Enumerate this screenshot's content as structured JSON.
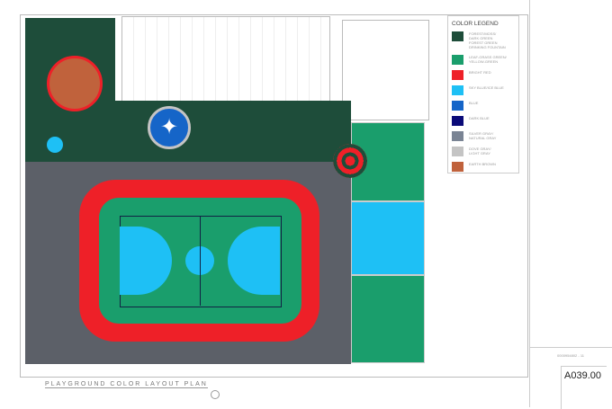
{
  "title": "PLAYGROUND COLOR LAYOUT PLAN",
  "legend": {
    "heading": "COLOR LEGEND",
    "items": [
      {
        "label": "FOREST/MOSS/\nDARK GREEN\nFOREST GREEN\nDRINKING FOUNTAIN",
        "color": "#1e4d3a"
      },
      {
        "label": "LEAF-GRASS GREEN/\nYELLOW-GREEN",
        "color": "#1a9e6c"
      },
      {
        "label": "BRIGHT RED",
        "color": "#ee2028"
      },
      {
        "label": "SKY BLUE/ICE BLUE",
        "color": "#1ec0f5"
      },
      {
        "label": "BLUE",
        "color": "#1565c8"
      },
      {
        "label": "DARK BLUE",
        "color": "#0a0a78"
      },
      {
        "label": "SILVER GRAY/\nNATURAL GRAY",
        "color": "#7a8494"
      },
      {
        "label": "DOVE GRAY/\nLIGHT GRAY",
        "color": "#c4c4c4"
      },
      {
        "label": "EARTH BROWN",
        "color": "#c0623c"
      }
    ]
  },
  "title_block": {
    "project_no": "0000954802 - 11",
    "sheet_no": "A039.00"
  },
  "colors": {
    "dark_green": "#1e4d3a",
    "green": "#1a9e6c",
    "red": "#ee2028",
    "sky": "#1ec0f5",
    "gray": "#5c6068",
    "brown": "#c0623c"
  }
}
